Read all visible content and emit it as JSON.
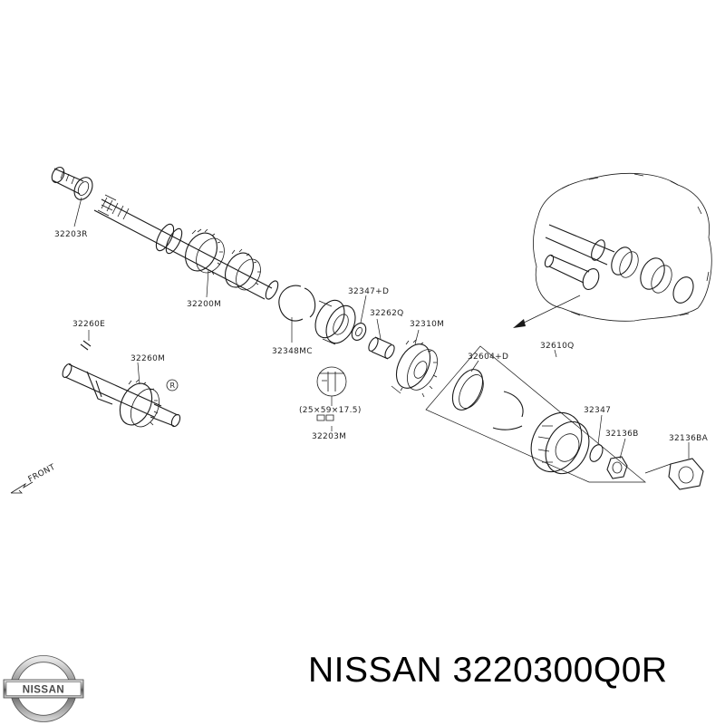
{
  "diagram": {
    "front_label": "FRONT",
    "dimension_note": "(25×59×17.5)",
    "parts": [
      {
        "id": "p1",
        "number": "32203R"
      },
      {
        "id": "p2",
        "number": "32200M"
      },
      {
        "id": "p3",
        "number": "32260E"
      },
      {
        "id": "p4",
        "number": "32260M"
      },
      {
        "id": "p5",
        "number": "32348MC"
      },
      {
        "id": "p6",
        "number": "32347+D"
      },
      {
        "id": "p7",
        "number": "32262Q"
      },
      {
        "id": "p8",
        "number": "32310M"
      },
      {
        "id": "p9",
        "number": "32203M"
      },
      {
        "id": "p10",
        "number": "32604+D"
      },
      {
        "id": "p11",
        "number": "32610Q"
      },
      {
        "id": "p12",
        "number": "32347"
      },
      {
        "id": "p13",
        "number": "32136B"
      },
      {
        "id": "p14",
        "number": "32136BA"
      }
    ]
  },
  "caption": {
    "brand": "NISSAN",
    "part_number": "3220300Q0R"
  },
  "logo": {
    "text": "NISSAN"
  }
}
